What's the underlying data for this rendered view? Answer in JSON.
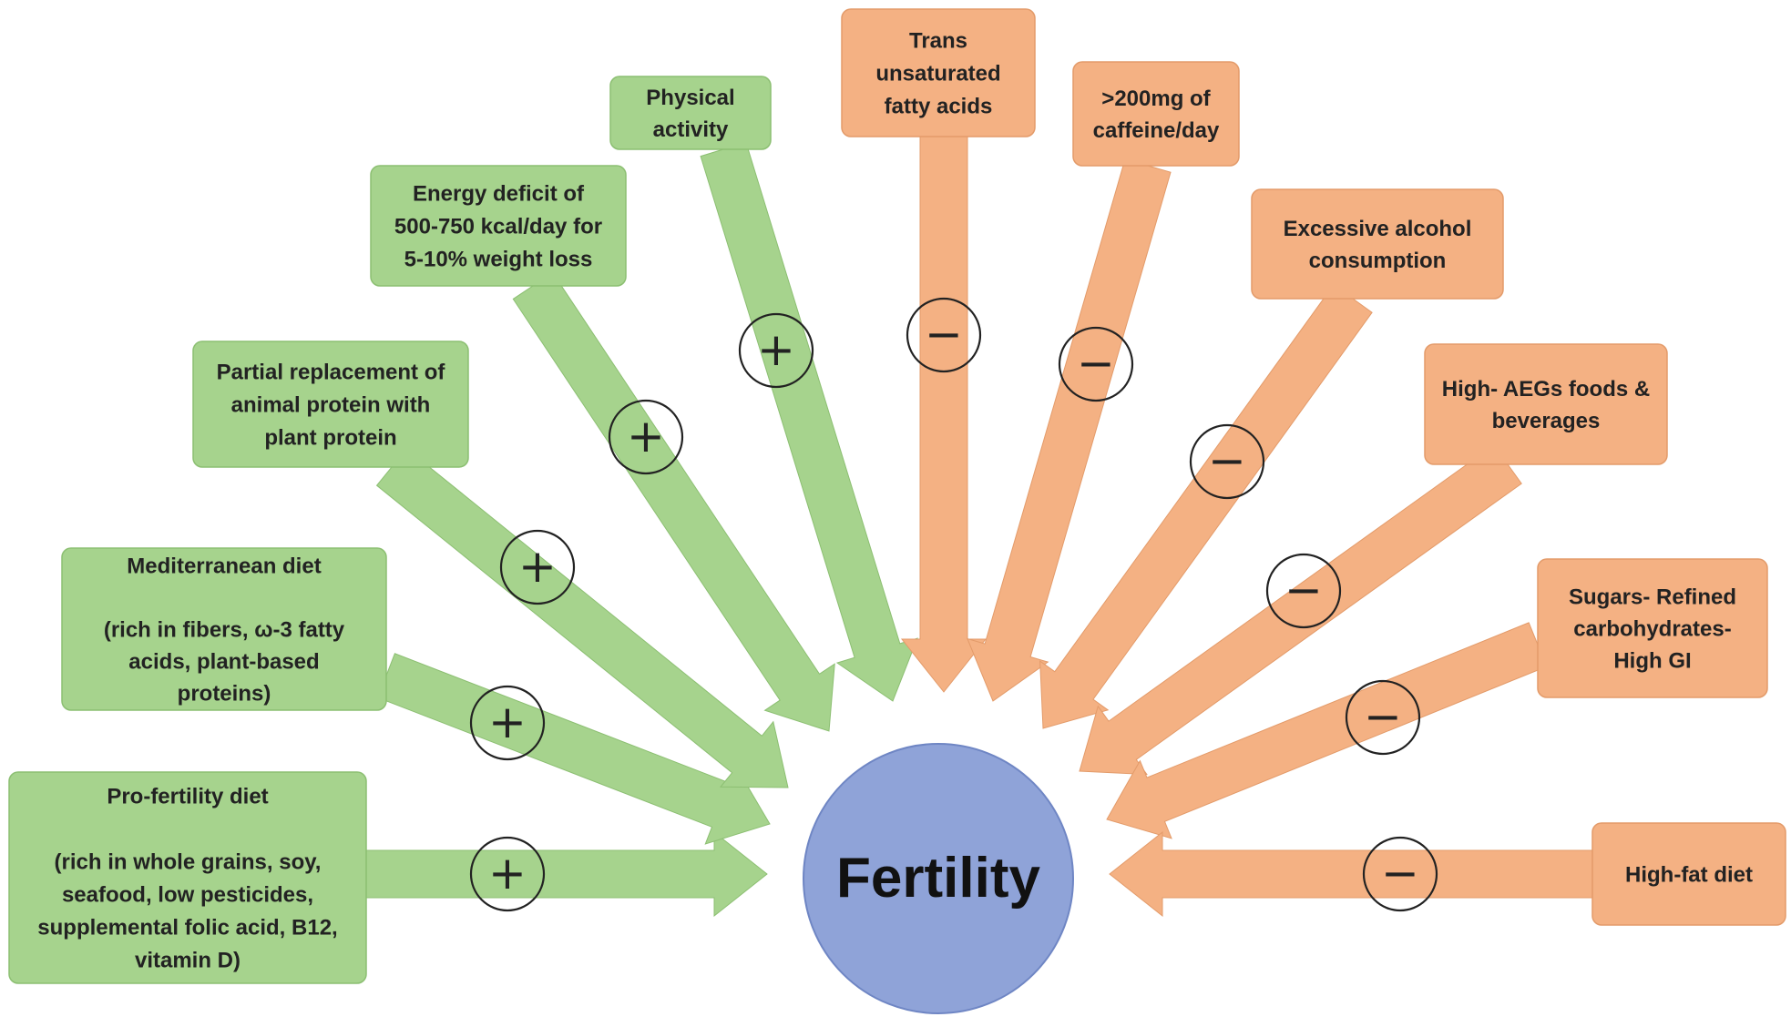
{
  "center": {
    "label": "Fertility",
    "color": "#8fa3d8"
  },
  "colors": {
    "positive_fill": "#a6d38d",
    "positive_stroke": "#8cbf72",
    "negative_fill": "#f4b183",
    "negative_stroke": "#e39b6a"
  },
  "positive_factors": [
    {
      "lines": [
        "Pro-fertility diet",
        "",
        "(rich in whole grains, soy,",
        "seafood, low pesticides,",
        "supplemental folic acid, B12,",
        "vitamin D)"
      ],
      "sign": "+"
    },
    {
      "lines": [
        "Mediterranean diet",
        "",
        "(rich in fibers, ω-3 fatty",
        "acids, plant-based",
        "proteins)"
      ],
      "sign": "+"
    },
    {
      "lines": [
        "Partial replacement of",
        "animal protein with",
        "plant protein"
      ],
      "sign": "+"
    },
    {
      "lines": [
        "Energy deficit of",
        "500-750 kcal/day for",
        "5-10% weight loss"
      ],
      "sign": "+"
    },
    {
      "lines": [
        "Physical",
        "activity"
      ],
      "sign": "+"
    }
  ],
  "negative_factors": [
    {
      "lines": [
        "Trans",
        "unsaturated",
        "fatty acids"
      ],
      "sign": "−"
    },
    {
      "lines": [
        ">200mg of",
        "caffeine/day"
      ],
      "sign": "−"
    },
    {
      "lines": [
        "Excessive alcohol",
        "consumption"
      ],
      "sign": "−"
    },
    {
      "lines": [
        "High- AEGs foods &",
        "beverages"
      ],
      "sign": "−"
    },
    {
      "lines": [
        "Sugars- Refined",
        "carbohydrates-",
        "High GI"
      ],
      "sign": "−"
    },
    {
      "lines": [
        "High-fat diet"
      ],
      "sign": "−"
    }
  ]
}
